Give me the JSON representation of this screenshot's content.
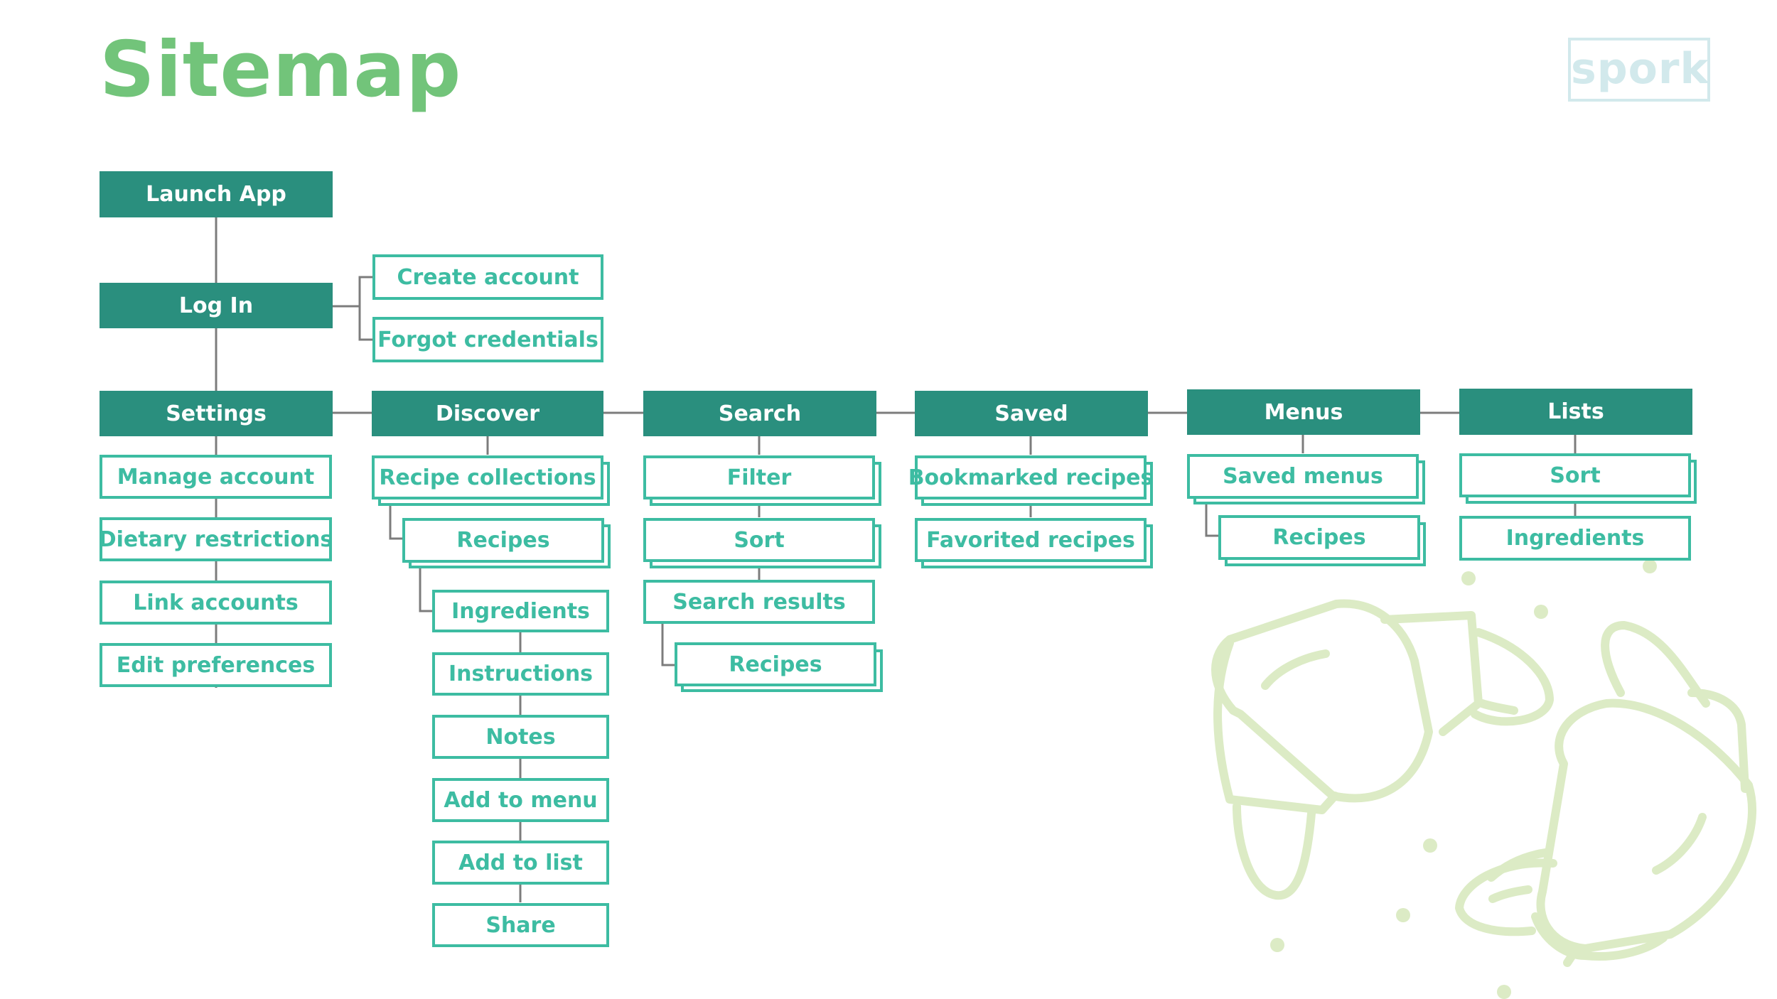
{
  "title": "Sitemap",
  "logo": "spork",
  "colors": {
    "title": "#72c47a",
    "dark_node": "#2a8f7e",
    "outline_node": "#3dbca2",
    "connector": "#7c7c7c",
    "decor": "#dcebc5",
    "logo": "#d2e9ec"
  },
  "nodes": {
    "launch_app": "Launch App",
    "log_in": "Log In",
    "create_account": "Create account",
    "forgot_credentials": "Forgot credentials",
    "settings": "Settings",
    "discover": "Discover",
    "search": "Search",
    "saved": "Saved",
    "menus": "Menus",
    "lists": "Lists",
    "manage_account": "Manage account",
    "dietary_restrictions": "Dietary restrictions",
    "link_accounts": "Link accounts",
    "edit_preferences": "Edit preferences",
    "recipe_collections": "Recipe collections",
    "discover_recipes": "Recipes",
    "ingredients": "Ingredients",
    "instructions": "Instructions",
    "notes": "Notes",
    "add_to_menu": "Add to menu",
    "add_to_list": "Add to list",
    "share": "Share",
    "filter": "Filter",
    "search_sort": "Sort",
    "search_results": "Search results",
    "search_recipes": "Recipes",
    "bookmarked_recipes": "Bookmarked recipes",
    "favorited_recipes": "Favorited recipes",
    "saved_menus": "Saved menus",
    "menus_recipes": "Recipes",
    "lists_sort": "Sort",
    "lists_ingredients": "Ingredients"
  }
}
